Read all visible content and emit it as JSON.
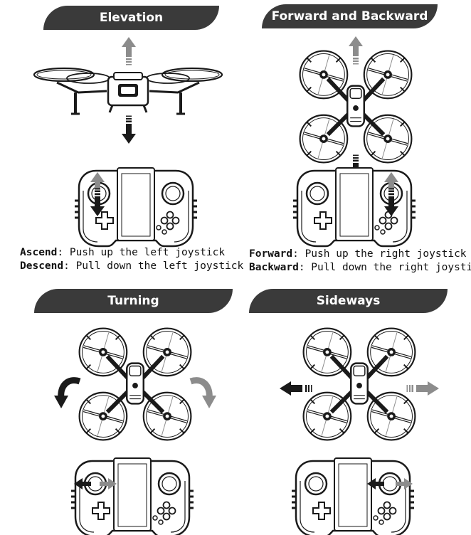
{
  "sections": {
    "elevation": {
      "title": "Elevation",
      "line1_term": "Ascend",
      "line1_text": ": Push up the left joystick",
      "line2_term": "Descend",
      "line2_text": ": Pull down the left joystick"
    },
    "forward": {
      "title": "Forward and Backward",
      "line1_term": "Forward",
      "line1_text": ": Push up the right joystick",
      "line2_term": "Backward",
      "line2_text": ": Pull down the right joystick"
    },
    "turning": {
      "title": "Turning"
    },
    "sideways": {
      "title": "Sideways"
    }
  },
  "colors": {
    "banner": "#3a3a3a",
    "arrow_dark": "#1a1a1a",
    "arrow_grey": "#8c8c8c",
    "line": "#1a1a1a"
  }
}
